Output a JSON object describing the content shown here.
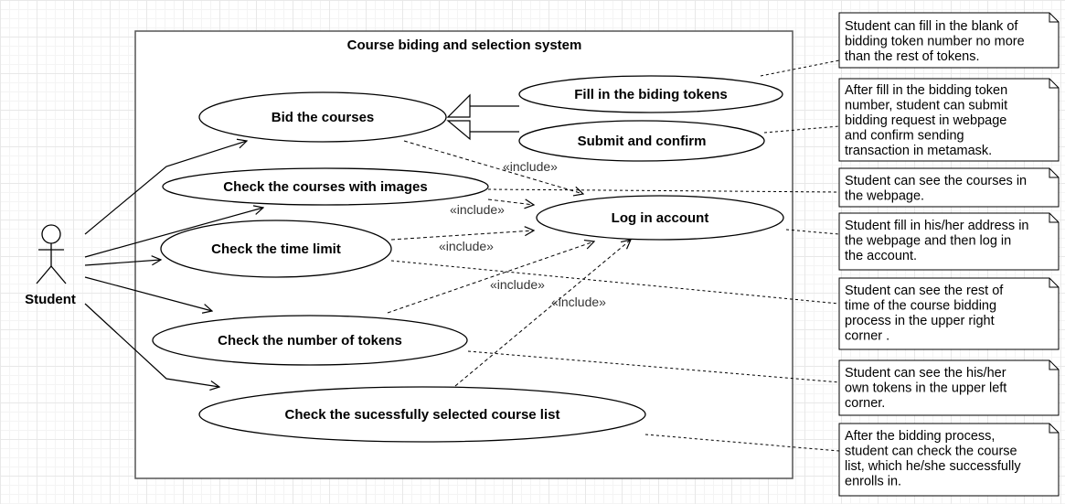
{
  "system": {
    "title": "Course biding and selection system"
  },
  "actor": {
    "name": "Student"
  },
  "use_cases": {
    "bid": "Bid the courses",
    "fill": "Fill in the biding tokens",
    "submit": "Submit and confirm",
    "images": "Check the courses with images",
    "login": "Log in account",
    "time": "Check the time limit",
    "tokens": "Check the number of tokens",
    "list": "Check the sucessfully selected course list"
  },
  "include_label": "«include»",
  "notes": {
    "n1": [
      "Student can fill in the blank of",
      "bidding token number no more",
      "than the rest of tokens."
    ],
    "n2": [
      "After fill in the bidding token",
      "number, student can submit",
      "bidding request in webpage",
      "and confirm sending",
      "transaction in metamask."
    ],
    "n3": [
      "Student can see the courses in",
      "the webpage."
    ],
    "n4": [
      "Student fill in his/her address in",
      "the webpage and then log in",
      "the account."
    ],
    "n5": [
      "Student can see the rest of",
      "time of the course bidding",
      "process in the upper right",
      "corner ."
    ],
    "n6": [
      "Student can see the his/her",
      "own tokens in the upper left",
      "corner."
    ],
    "n7": [
      "After the bidding process,",
      "student can check the course",
      "list, which he/she successfully",
      "enrolls in."
    ]
  }
}
